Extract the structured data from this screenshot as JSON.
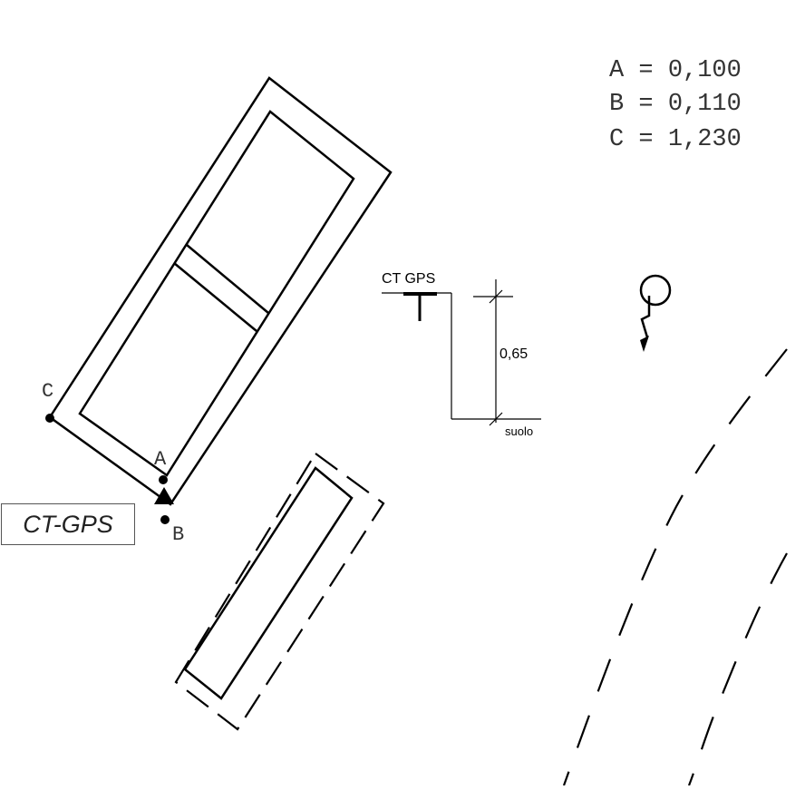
{
  "coordinates": [
    {
      "label": "A",
      "value": "0,100"
    },
    {
      "label": "B",
      "value": "0,110"
    },
    {
      "label": "C",
      "value": "1,230"
    }
  ],
  "points": {
    "a": "A",
    "b": "B",
    "c": "C"
  },
  "section": {
    "title": "CT GPS",
    "height": "0,65",
    "ground": "suolo"
  },
  "marker_label": "CT-GPS",
  "icons": [
    "lamp-post-icon"
  ],
  "colors": {
    "lines": "#000000",
    "text": "#333333"
  }
}
